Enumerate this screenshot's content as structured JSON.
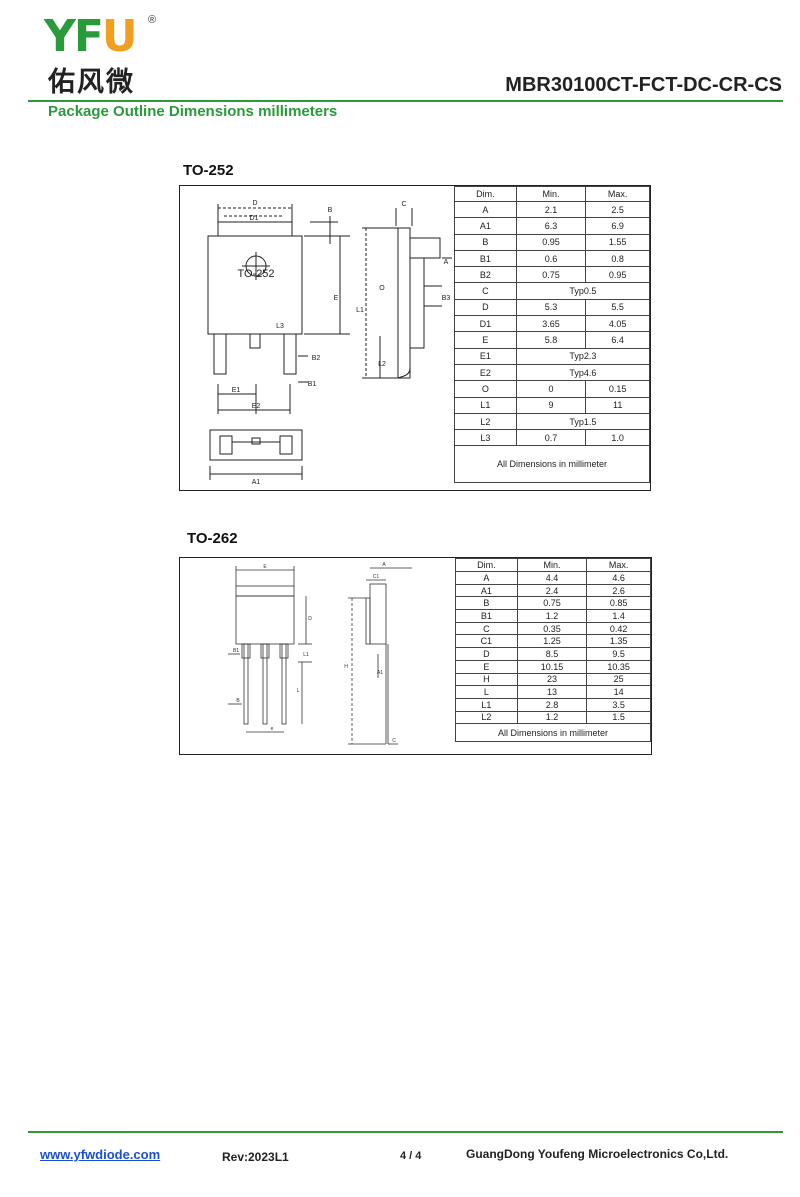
{
  "header": {
    "logo_letters_yf": "YF",
    "logo_letters_u": "U",
    "logo_registered": "®",
    "logo_chinese": "佑风微",
    "part_number": "MBR30100CT-FCT-DC-CR-CS",
    "section_title": "Package Outline Dimensions millimeters",
    "brand_green": "#2a9b3a",
    "brand_orange": "#f0a020"
  },
  "to252": {
    "label": "TO-252",
    "drawing_text": {
      "body_marking": "TO-252",
      "D": "D",
      "D1": "D1",
      "B": "B",
      "E": "E",
      "L3": "L3",
      "B2": "B2",
      "B1": "B1",
      "E1": "E1",
      "E2": "E2",
      "A1": "A1",
      "C": "C",
      "A": "A",
      "O": "O",
      "B3": "B3",
      "L1": "L1",
      "L2": "L2"
    },
    "table": {
      "headers": [
        "Dim.",
        "Min.",
        "Max."
      ],
      "rows": [
        {
          "dim": "A",
          "min": "2.1",
          "max": "2.5"
        },
        {
          "dim": "A1",
          "min": "6.3",
          "max": "6.9"
        },
        {
          "dim": "B",
          "min": "0.95",
          "max": "1.55"
        },
        {
          "dim": "B1",
          "min": "0.6",
          "max": "0.8"
        },
        {
          "dim": "B2",
          "min": "0.75",
          "max": "0.95"
        },
        {
          "dim": "C",
          "typ": "Typ0.5"
        },
        {
          "dim": "D",
          "min": "5.3",
          "max": "5.5"
        },
        {
          "dim": "D1",
          "min": "3.65",
          "max": "4.05"
        },
        {
          "dim": "E",
          "min": "5.8",
          "max": "6.4"
        },
        {
          "dim": "E1",
          "typ": "Typ2.3"
        },
        {
          "dim": "E2",
          "typ": "Typ4.6"
        },
        {
          "dim": "O",
          "min": "0",
          "max": "0.15"
        },
        {
          "dim": "L1",
          "min": "9",
          "max": "11"
        },
        {
          "dim": "L2",
          "typ": "Typ1.5"
        },
        {
          "dim": "L3",
          "min": "0.7",
          "max": "1.0"
        }
      ],
      "footer": "All Dimensions in millimeter"
    }
  },
  "to262": {
    "label": "TO-262",
    "drawing_text": {
      "E": "E",
      "A": "A",
      "C1": "C1",
      "D": "D",
      "B1": "B1",
      "L1": "L1",
      "L": "L",
      "B": "B",
      "e": "e",
      "H": "H",
      "A1": "A1",
      "C": "C"
    },
    "table": {
      "headers": [
        "Dim.",
        "Min.",
        "Max."
      ],
      "rows": [
        {
          "dim": "A",
          "min": "4.4",
          "max": "4.6"
        },
        {
          "dim": "A1",
          "min": "2.4",
          "max": "2.6"
        },
        {
          "dim": "B",
          "min": "0.75",
          "max": "0.85"
        },
        {
          "dim": "B1",
          "min": "1.2",
          "max": "1.4"
        },
        {
          "dim": "C",
          "min": "0.35",
          "max": "0.42"
        },
        {
          "dim": "C1",
          "min": "1.25",
          "max": "1.35"
        },
        {
          "dim": "D",
          "min": "8.5",
          "max": "9.5"
        },
        {
          "dim": "E",
          "min": "10.15",
          "max": "10.35"
        },
        {
          "dim": "H",
          "min": "23",
          "max": "25"
        },
        {
          "dim": "L",
          "min": "13",
          "max": "14"
        },
        {
          "dim": "L1",
          "min": "2.8",
          "max": "3.5"
        },
        {
          "dim": "L2",
          "min": "1.2",
          "max": "1.5"
        }
      ],
      "footer": "All Dimensions in millimeter"
    }
  },
  "footer": {
    "website": "www.yfwdiode.com",
    "revision": "Rev:2023L1",
    "page": "4 / 4",
    "company": "GuangDong Youfeng Microelectronics Co,Ltd."
  }
}
